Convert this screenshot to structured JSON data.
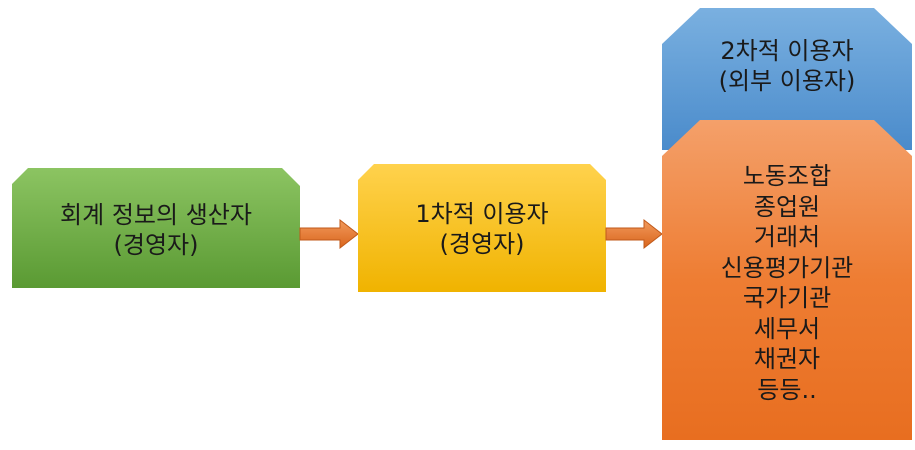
{
  "producer": {
    "line1": "회계 정보의 생산자",
    "line2": "(경영자)",
    "fill": "#70ad47"
  },
  "primary_user": {
    "line1": "1차적 이용자",
    "line2": "(경영자)",
    "fill": "#ffc000"
  },
  "secondary_user": {
    "line1": "2차적 이용자",
    "line2": "(외부 이용자)",
    "fill": "#5b9bd5"
  },
  "external_users": {
    "items": [
      "노동조합",
      "종업원",
      "거래처",
      "신용평가기관",
      "국가기관",
      "세무서",
      "채권자",
      "등등.."
    ],
    "fill": "#ed7d31"
  },
  "arrow_color": "#ed7d31"
}
